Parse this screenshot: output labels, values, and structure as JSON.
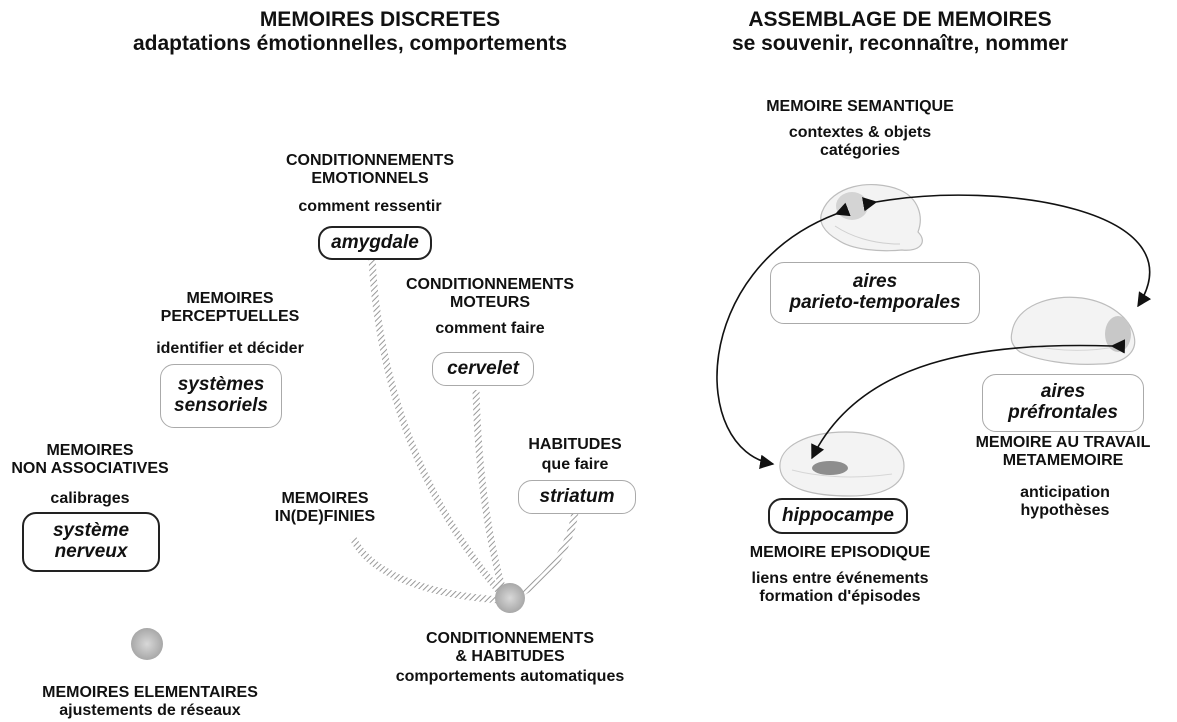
{
  "left_header": {
    "title": "MEMOIRES DISCRETES",
    "subtitle": "adaptations émotionnelles, comportements"
  },
  "right_header": {
    "title": "ASSEMBLAGE DE MEMOIRES",
    "subtitle": "se souvenir, reconnaître, nommer"
  },
  "emotional": {
    "title_line1": "CONDITIONNEMENTS",
    "title_line2": "EMOTIONNELS",
    "desc": "comment ressentir",
    "structure": "amygdale"
  },
  "motor": {
    "title_line1": "CONDITIONNEMENTS",
    "title_line2": "MOTEURS",
    "desc": "comment faire",
    "structure": "cervelet"
  },
  "perceptual": {
    "title_line1": "MEMOIRES",
    "title_line2": "PERCEPTUELLES",
    "desc": "identifier et décider",
    "structure_line1": "systèmes",
    "structure_line2": "sensoriels"
  },
  "habits": {
    "title": "HABITUDES",
    "desc": "que faire",
    "structure": "striatum"
  },
  "non_associative": {
    "title_line1": "MEMOIRES",
    "title_line2": "NON ASSOCIATIVES",
    "desc": "calibrages",
    "structure_line1": "système",
    "structure_line2": "nerveux"
  },
  "indefinite": {
    "line1": "MEMOIRES",
    "line2": "IN(DE)FINIES"
  },
  "conditioning_hub": {
    "line1": "CONDITIONNEMENTS",
    "line2": "& HABITUDES",
    "desc": "comportements automatiques"
  },
  "elementary": {
    "title": "MEMOIRES ELEMENTAIRES",
    "desc": "ajustements de réseaux"
  },
  "semantic": {
    "title": "MEMOIRE SEMANTIQUE",
    "desc_line1": "contextes & objets",
    "desc_line2": "catégories",
    "structure_line1": "aires",
    "structure_line2": "parieto-temporales"
  },
  "prefrontal": {
    "structure_line1": "aires",
    "structure_line2": "préfrontales",
    "title_line1": "MEMOIRE AU TRAVAIL",
    "title_line2": "METAMEMOIRE",
    "desc_line1": "anticipation",
    "desc_line2": "hypothèses"
  },
  "episodic": {
    "structure": "hippocampe",
    "title": "MEMOIRE EPISODIQUE",
    "desc_line1": "liens entre événements",
    "desc_line2": "formation d'épisodes"
  },
  "colors": {
    "text": "#111111",
    "connector": "#b8b8b8",
    "brain_fill": "#f3f3f3",
    "highlight": "#9c9c9c"
  }
}
